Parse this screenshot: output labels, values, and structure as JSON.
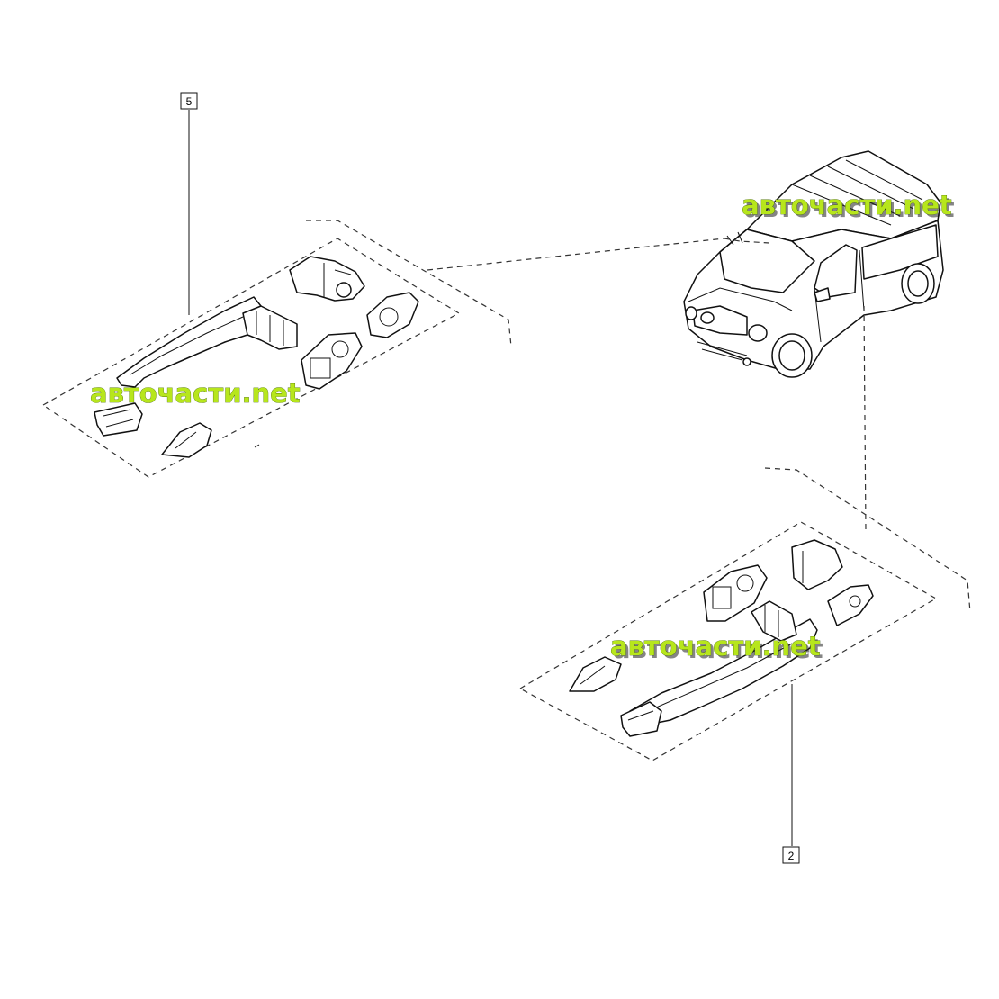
{
  "diagram": {
    "callouts": [
      {
        "id": "callout-5",
        "label": "5"
      },
      {
        "id": "callout-2",
        "label": "2"
      }
    ],
    "watermarks": [
      {
        "id": "watermark-top",
        "text": "авточасти.net"
      },
      {
        "id": "watermark-left",
        "text": "авточасти.net"
      },
      {
        "id": "watermark-bottom",
        "text": "авточасти.net"
      }
    ],
    "colors": {
      "watermark": "#b7e61c",
      "line": "#111111",
      "background": "#ffffff"
    }
  }
}
